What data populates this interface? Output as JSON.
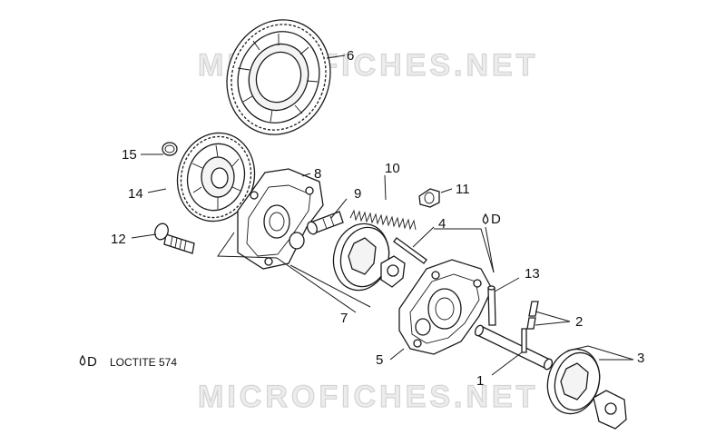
{
  "watermark": "MICROFICHES.NET",
  "callouts": {
    "c1": "1",
    "c2": "2",
    "c3": "3",
    "c4": "4",
    "c5": "5",
    "c6": "6",
    "c7": "7",
    "c8": "8",
    "c9": "9",
    "c10": "10",
    "c11": "11",
    "c12": "12",
    "c13": "13",
    "c14": "14",
    "c15": "15"
  },
  "loctite": {
    "symbol_letter": "D",
    "note_letter": "D",
    "note_text": "LOCTITE 574"
  }
}
